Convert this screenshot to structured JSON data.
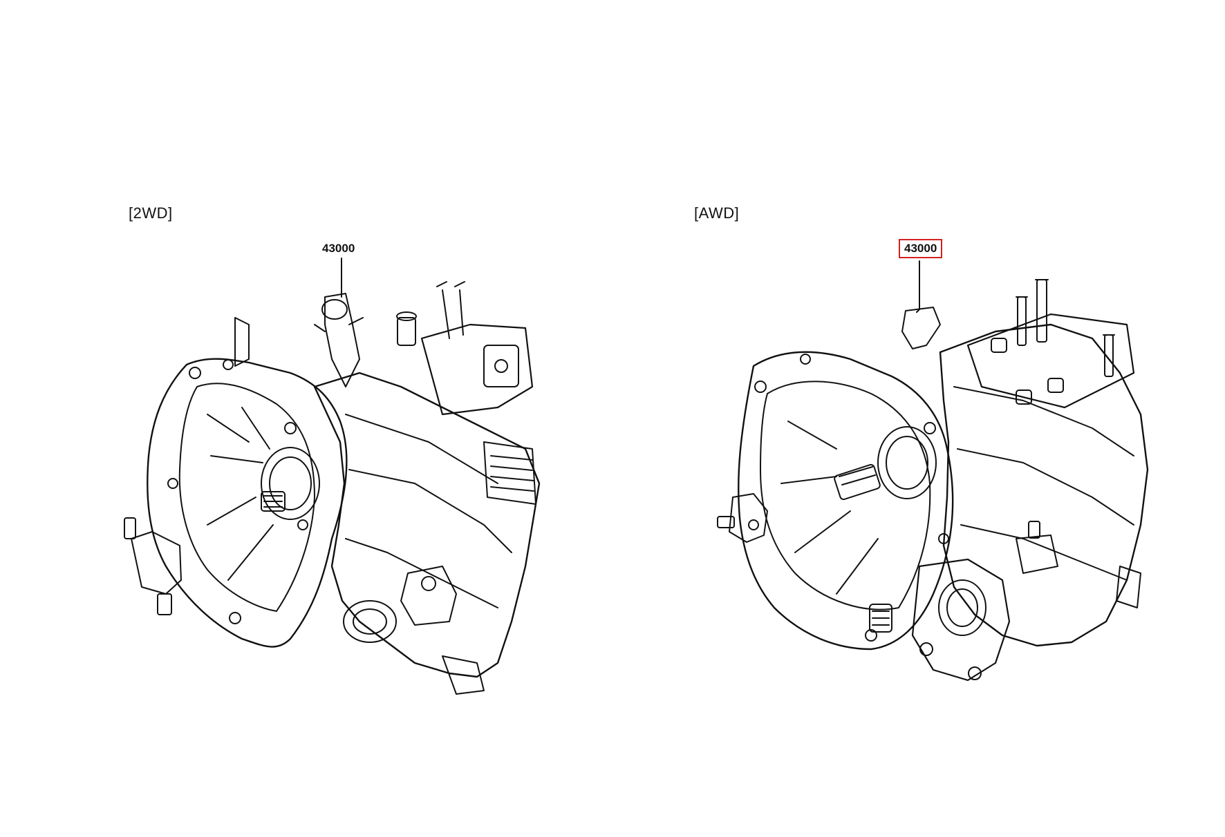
{
  "diagram": {
    "variants": [
      {
        "label": "[2WD]",
        "part_number": "43000",
        "selected": false
      },
      {
        "label": "[AWD]",
        "part_number": "43000",
        "selected": true
      }
    ],
    "colors": {
      "line": "#111111",
      "highlight": "#d42020",
      "background": "#ffffff"
    },
    "icons": [
      "manual-transaxle-2wd-drawing",
      "manual-transaxle-awd-drawing"
    ]
  }
}
